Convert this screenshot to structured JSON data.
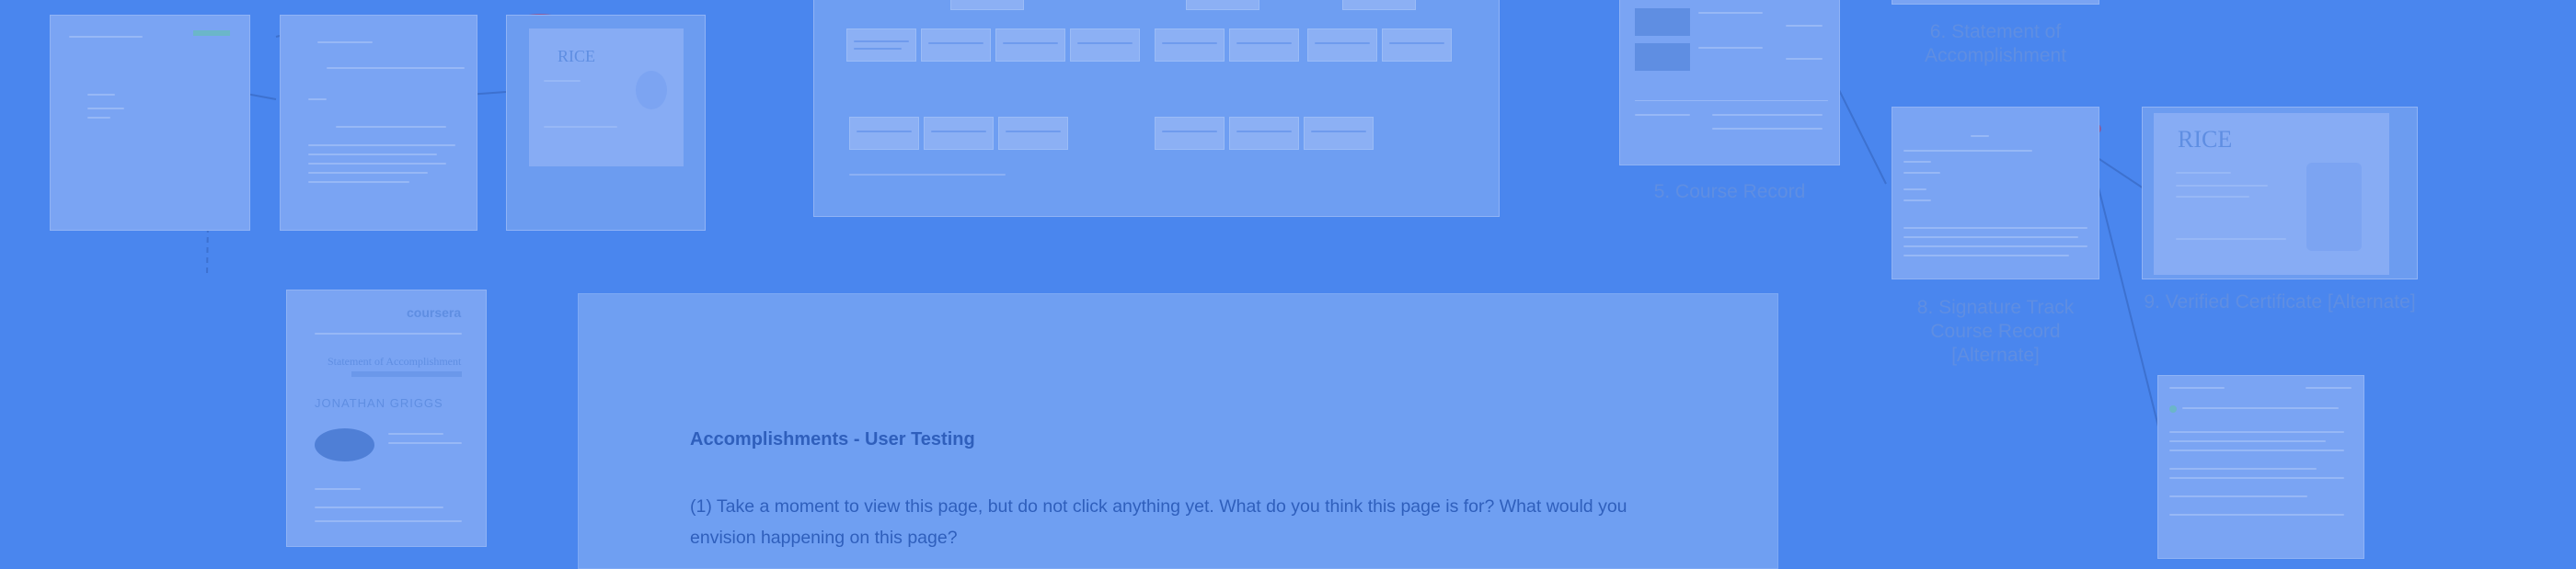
{
  "captions": {
    "statement": "6. Statement of Accomplishment",
    "course_record": "5. Course Record",
    "signature_track": "8. Signature Track Course Record [Alternate]",
    "verified_certificate": "9. Verified Certificate [Alternate]"
  },
  "thumbnails": {
    "coursera_brand": "coursera",
    "rice_brand": "RICE",
    "statement_heading": "Statement of Accomplishment",
    "learner_name": "JONATHAN GRIGGS"
  },
  "modal": {
    "title": "Accomplishments - User Testing",
    "question": "(1) Take a moment to view this page, but do not click anything yet. What do you think this page is for? What would you envision happening on this page?"
  },
  "colors": {
    "background": "#4a86ee",
    "panel": "#7aa4f3",
    "modal": "#6f9ff2",
    "text": "#2f5fbc",
    "caption": "#5f8ee2"
  }
}
